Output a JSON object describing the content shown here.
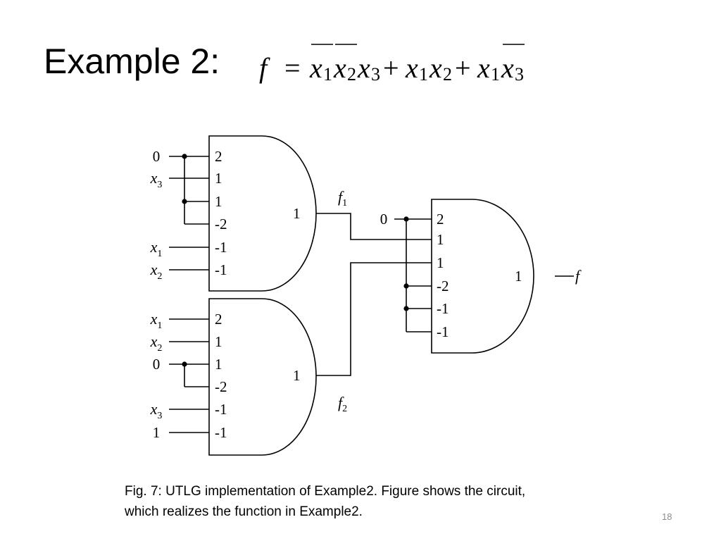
{
  "title": "Example 2:",
  "formula": {
    "lhs": "f",
    "eq": "=",
    "plus": "+",
    "terms": [
      [
        {
          "var": "x",
          "sub": "1",
          "bar": true
        },
        {
          "var": "x",
          "sub": "2",
          "bar": true
        },
        {
          "var": "x",
          "sub": "3",
          "bar": false
        }
      ],
      [
        {
          "var": "x",
          "sub": "1",
          "bar": false
        },
        {
          "var": "x",
          "sub": "2",
          "bar": false
        }
      ],
      [
        {
          "var": "x",
          "sub": "1",
          "bar": false
        },
        {
          "var": "x",
          "sub": "3",
          "bar": true
        }
      ]
    ]
  },
  "circuit": {
    "gates": [
      {
        "id": "gate1",
        "weights": [
          "2",
          "1",
          "1",
          "-2",
          "-1",
          "-1"
        ],
        "inputs": [
          "0",
          "x3",
          "",
          "",
          "x1",
          "x2"
        ],
        "threshold": "1",
        "output": "f1"
      },
      {
        "id": "gate2",
        "weights": [
          "2",
          "1",
          "1",
          "-2",
          "-1",
          "-1"
        ],
        "inputs": [
          "x1",
          "x2",
          "0",
          "",
          "x3",
          "1"
        ],
        "threshold": "1",
        "output": "f2"
      },
      {
        "id": "gate3",
        "weights": [
          "2",
          "1",
          "1",
          "-2",
          "-1",
          "-1"
        ],
        "inputs": [
          "0",
          "",
          "",
          "",
          "",
          ""
        ],
        "threshold": "1",
        "output": "f"
      }
    ]
  },
  "caption": {
    "line1": "Fig. 7: UTLG implementation of Example2. Figure shows the circuit,",
    "line2": "which realizes the function in Example2."
  },
  "slide_number": "18"
}
